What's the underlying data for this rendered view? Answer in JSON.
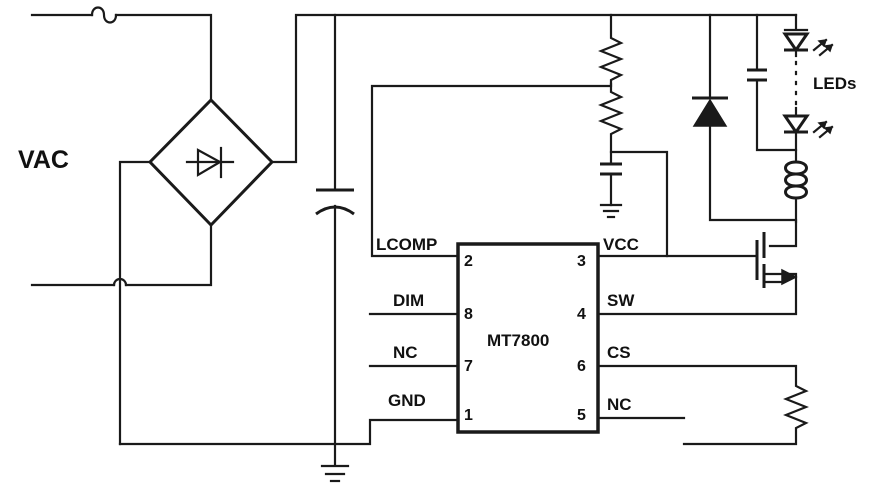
{
  "source_label": "VAC",
  "ic": {
    "name": "MT7800",
    "pins": [
      {
        "signal": "LCOMP",
        "number": "2"
      },
      {
        "signal": "DIM",
        "number": "8"
      },
      {
        "signal": "NC",
        "number": "7"
      },
      {
        "signal": "GND",
        "number": "1"
      },
      {
        "signal": "VCC",
        "number": "3"
      },
      {
        "signal": "SW",
        "number": "4"
      },
      {
        "signal": "CS",
        "number": "6"
      },
      {
        "signal": "NC",
        "number": "5"
      }
    ]
  },
  "leds_label": "LEDs"
}
